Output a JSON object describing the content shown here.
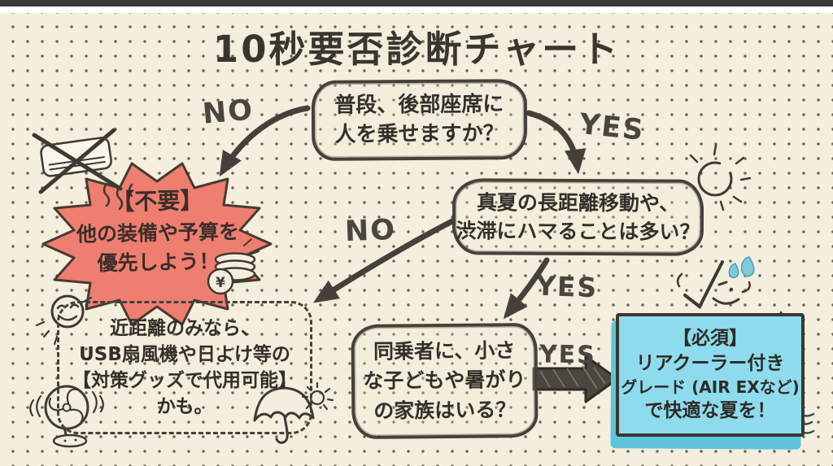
{
  "title": "10秒要否診断チャート",
  "labels": {
    "no1": "NO",
    "yes1": "YES",
    "no2": "NO",
    "yes2": "YES",
    "yes3": "YES"
  },
  "nodes": {
    "q1": {
      "lines": [
        "普段、後部座席に",
        "人を乗せますか？"
      ]
    },
    "q2": {
      "lines": [
        "真夏の長距離移動や、",
        "渋滞にハマることは多い？"
      ]
    },
    "q3": {
      "lines": [
        "同乗者に、小さ",
        "な子どもや暑がり",
        "の家族はいる？"
      ]
    },
    "result_no": {
      "lines": [
        "【不要】",
        "他の装備や予算を",
        "優先しよう！"
      ]
    },
    "result_maybe": {
      "lines": [
        "近距離のみなら、",
        "USB扇風機や日よけ等の",
        "【対策グッズで代用可能】",
        "かも。"
      ]
    },
    "result_yes": {
      "lines": [
        "【必須】",
        "リアクーラー付き",
        "グレード (AIR EXなど)",
        "で快適な夏を！"
      ]
    }
  },
  "coin_symbol": "¥",
  "icons": [
    "crossed-air-conditioner-icon",
    "heat-squiggle-icon",
    "coins-icon",
    "sun-icon",
    "sweat-face-icon",
    "smiley-sun-icon",
    "electric-fan-icon",
    "umbrella-icon",
    "small-sun-icon",
    "star-icon",
    "cool-smiley-icon",
    "breeze-waves-icon"
  ],
  "colors": {
    "background": "#f3eedd",
    "ink": "#45413a",
    "top_bar": "#3a3a3a",
    "burst_fill": "#ee7e70",
    "result_blue": "#8edbee",
    "blue_shadow": "#5fc5da",
    "star_yellow": "#f2e14e",
    "drop_blue": "#7fc9dc"
  }
}
